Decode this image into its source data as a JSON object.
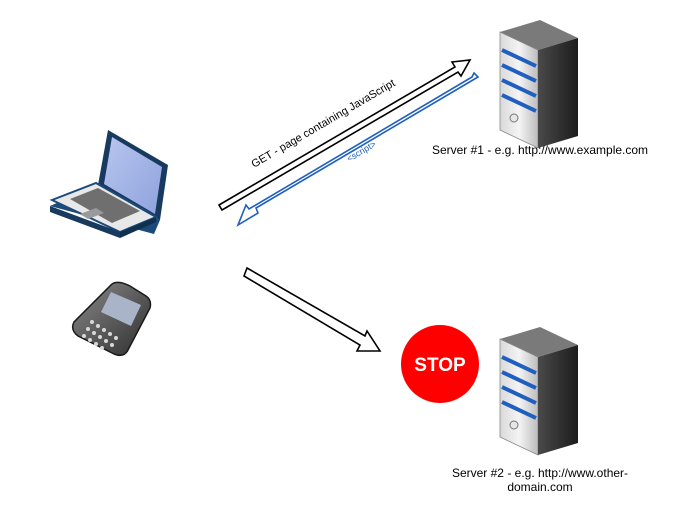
{
  "arrows": {
    "get_label": "GET - page containing JavaScript",
    "script_label": "<script>"
  },
  "servers": [
    {
      "caption": "Server #1 - e.g. http://www.example.com"
    },
    {
      "caption_line1": "Server #2 - e.g. http://www.other-",
      "caption_line2": "domain.com"
    }
  ],
  "stop_sign": {
    "label": "STOP"
  },
  "colors": {
    "stop": "#ff0000",
    "script_arrow": "#1f5fbf",
    "server_stripe": "#1f5fbf"
  },
  "icons": [
    "laptop-icon",
    "smartphone-icon",
    "server-icon",
    "stop-sign-icon"
  ]
}
